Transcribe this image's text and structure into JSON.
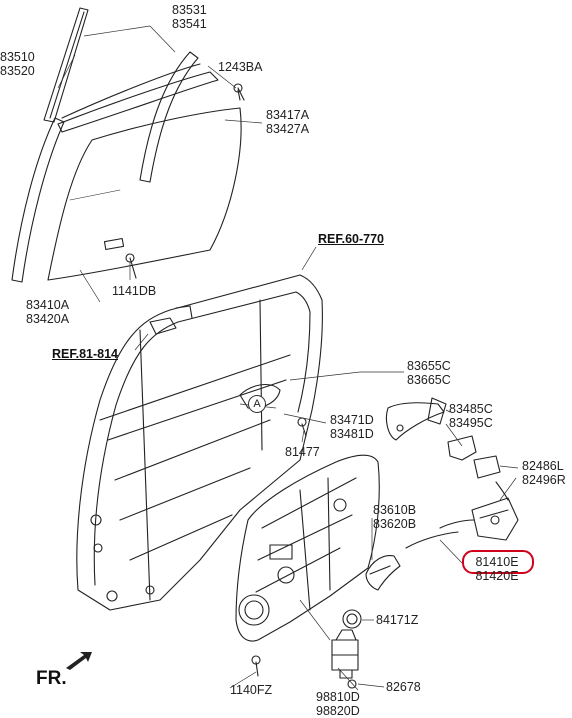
{
  "labels": {
    "p83531": [
      "83531",
      "83541"
    ],
    "p83510": [
      "83510",
      "83520"
    ],
    "p1243": [
      "1243BA"
    ],
    "p83417": [
      "83417A",
      "83427A"
    ],
    "p83410": [
      "83410A",
      "83420A"
    ],
    "p1141": [
      "1141DB"
    ],
    "ref60": "REF.60-770",
    "ref81": "REF.81-814",
    "p83655": [
      "83655C",
      "83665C"
    ],
    "p83485": [
      "83485C",
      "83495C"
    ],
    "p83471": [
      "83471D",
      "83481D"
    ],
    "p81477": [
      "81477"
    ],
    "p82486": [
      "82486L",
      "82496R"
    ],
    "p83610": [
      "83610B",
      "83620B"
    ],
    "p81410": [
      "81410E",
      "81420E"
    ],
    "p84171": [
      "84171Z"
    ],
    "p1140": [
      "1140FZ"
    ],
    "p98810": [
      "98810D",
      "98820D"
    ],
    "p82678": [
      "82678"
    ],
    "circle_a": "A",
    "fr": "FR."
  },
  "highlight_color": "#d0021b",
  "icons": [
    "fr-arrow-icon"
  ]
}
